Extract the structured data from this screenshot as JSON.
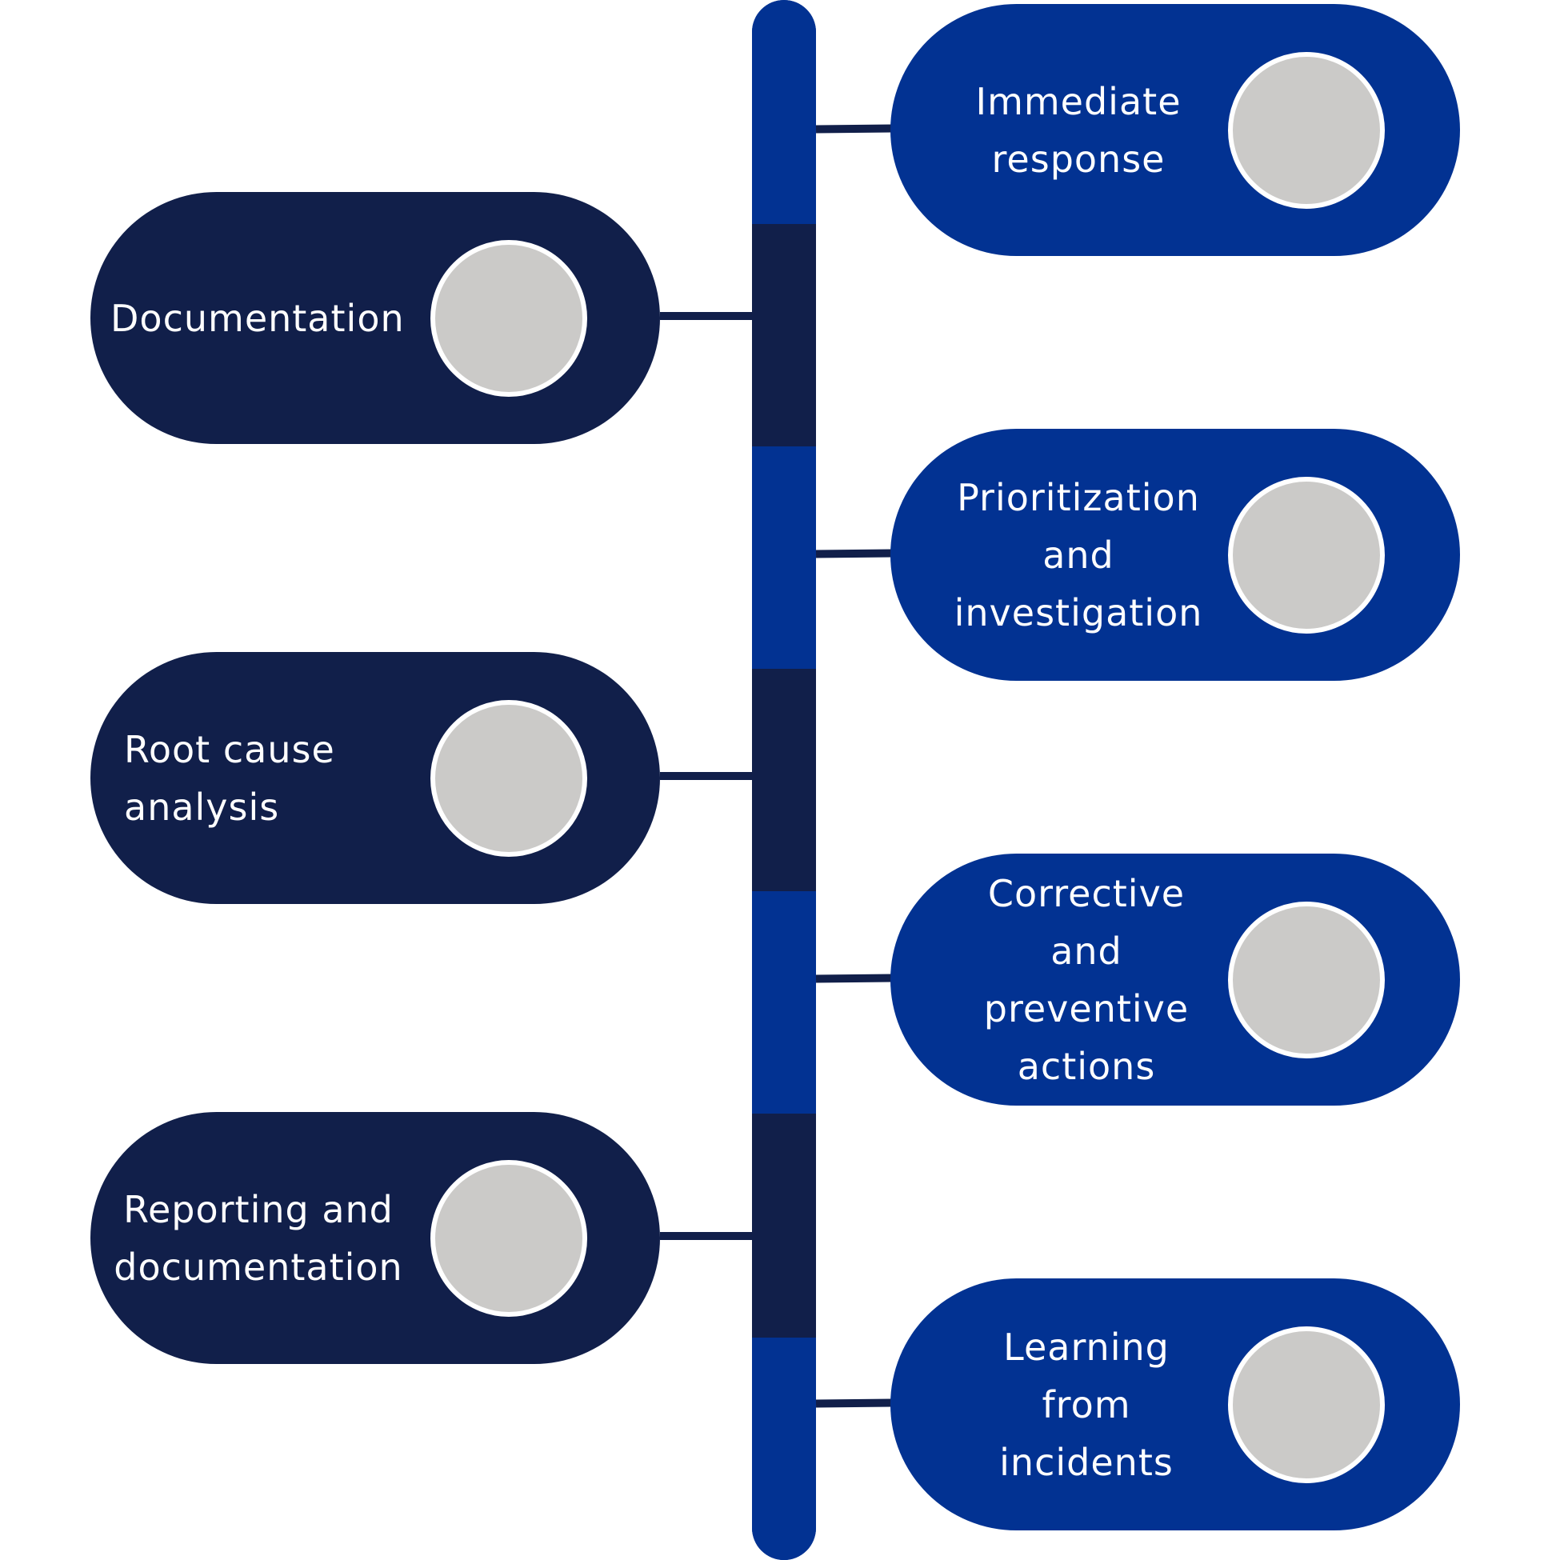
{
  "colors": {
    "light_blue": "#023292",
    "dark_navy": "#111f4a",
    "placeholder_gray": "#cbcac8"
  },
  "left_items": [
    {
      "label": "Documentation"
    },
    {
      "label": "Root cause analysis"
    },
    {
      "label": "Reporting and documentation"
    }
  ],
  "right_items": [
    {
      "label": "Immediate response"
    },
    {
      "label": "Prioritization and investigation"
    },
    {
      "label": "Corrective and preventive actions"
    },
    {
      "label": "Learning from incidents"
    }
  ]
}
